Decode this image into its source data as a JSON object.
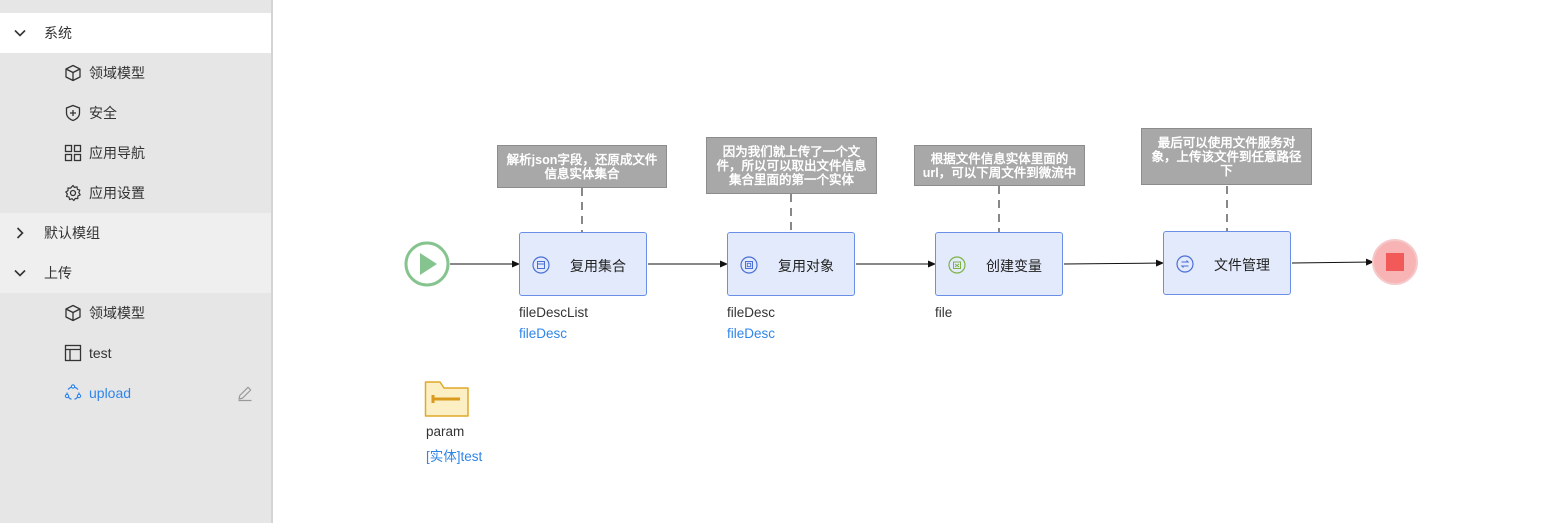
{
  "sidebar": {
    "groups": [
      {
        "label": "系统",
        "items": [
          {
            "label": "领域模型",
            "icon": "cube-icon"
          },
          {
            "label": "安全",
            "icon": "shield-plus-icon"
          },
          {
            "label": "应用导航",
            "icon": "grid-icon"
          },
          {
            "label": "应用设置",
            "icon": "gear-icon"
          }
        ]
      },
      {
        "label": "默认模组",
        "items": []
      },
      {
        "label": "上传",
        "items": [
          {
            "label": "领域模型",
            "icon": "cube-icon"
          },
          {
            "label": "test",
            "icon": "table-icon"
          },
          {
            "label": "upload",
            "icon": "microflow-icon",
            "active": true
          }
        ]
      }
    ]
  },
  "flow": {
    "notes": [
      "解析json字段，还原成文件信息实体集合",
      "因为我们就上传了一个文件，所以可以取出文件信息集合里面的第一个实体",
      "根据文件信息实体里面的url，可以下周文件到微流中",
      "最后可以使用文件服务对象，上传该文件到任意路径下"
    ],
    "activities": [
      {
        "label": "复用集合",
        "output_name": "fileDescList",
        "output_type": "fileDesc",
        "icon": "list-icon"
      },
      {
        "label": "复用对象",
        "output_name": "fileDesc",
        "output_type": "fileDesc",
        "icon": "object-icon"
      },
      {
        "label": "创建变量",
        "output_name": "file",
        "output_type": "",
        "icon": "variable-icon"
      },
      {
        "label": "文件管理",
        "output_name": "",
        "output_type": "",
        "icon": "file-service-icon"
      }
    ],
    "parameter": {
      "name": "param",
      "type": "[实体]test"
    }
  },
  "colors": {
    "accent": "#2f86e9",
    "start": "#86c48f",
    "end": "#f25a5a",
    "activity_fill": "#e3eafb",
    "activity_border": "#6b8fe6",
    "note_fill": "#a8a8a8"
  }
}
